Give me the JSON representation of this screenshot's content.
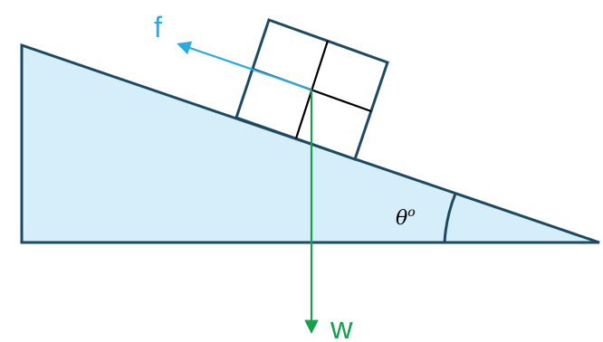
{
  "labels": {
    "friction": "f",
    "weight": "w",
    "angle_symbol": "θ",
    "angle_degree": "o"
  },
  "colors": {
    "incline_fill": "#d6eef9",
    "incline_stroke": "#1d4a63",
    "block_stroke": "#1d4a63",
    "block_inner": "#000000",
    "friction_arrow": "#27a9e1",
    "weight_arrow": "#16a04d"
  }
}
